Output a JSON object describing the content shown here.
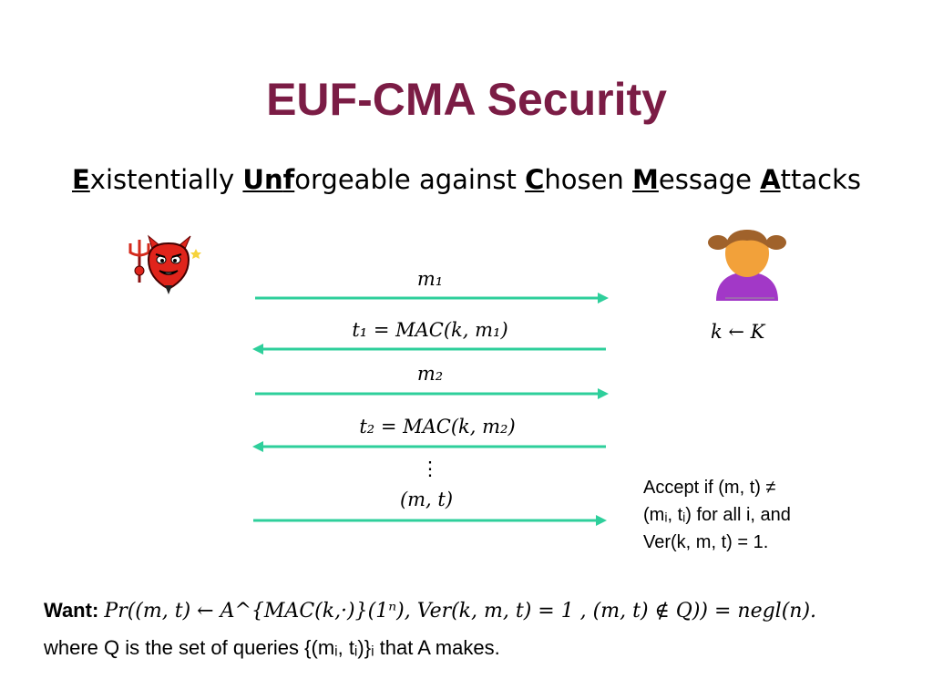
{
  "title": "EUF-CMA Security",
  "subtitle": {
    "parts": [
      {
        "u": "E",
        "t": "xistentially "
      },
      {
        "u": "U",
        "t": ""
      },
      {
        "u": "",
        "t": "n"
      },
      {
        "u": "f",
        "t": "orgeable against "
      },
      {
        "u": "C",
        "t": "hosen "
      },
      {
        "u": "M",
        "t": "essage "
      },
      {
        "u": "A",
        "t": "ttacks"
      }
    ]
  },
  "messages": {
    "m1": "m₁",
    "t1": "t₁ =  MAC(k, m₁)",
    "m2": "m₂",
    "t2": "t₂ =  MAC(k, m₂)",
    "dots": "⋮",
    "mt": "(m, t)"
  },
  "key_label": "k ← K",
  "accept": {
    "line1": "Accept if (m, t) ≠",
    "line2": "(mᵢ, tᵢ) for all i, and",
    "line3": "Ver(k, m, t) = 1."
  },
  "want": {
    "label": "Want:",
    "formula": "Pr((m, t) ← A^{MAC(k,·)}(1ⁿ), Ver(k, m, t) = 1 , (m, t) ∉ Q)) = negl(n).",
    "line2": "where Q is the set of queries {(mᵢ, tᵢ)}ᵢ that A makes."
  },
  "colors": {
    "title": "#7b1c45",
    "arrow": "#2ecf9b",
    "devil": "#e0241b",
    "person_shirt": "#a238c7",
    "person_face": "#f2a13a",
    "person_hair": "#a0622b"
  },
  "icons": {
    "adversary": "devil-icon",
    "challenger": "person-icon"
  }
}
